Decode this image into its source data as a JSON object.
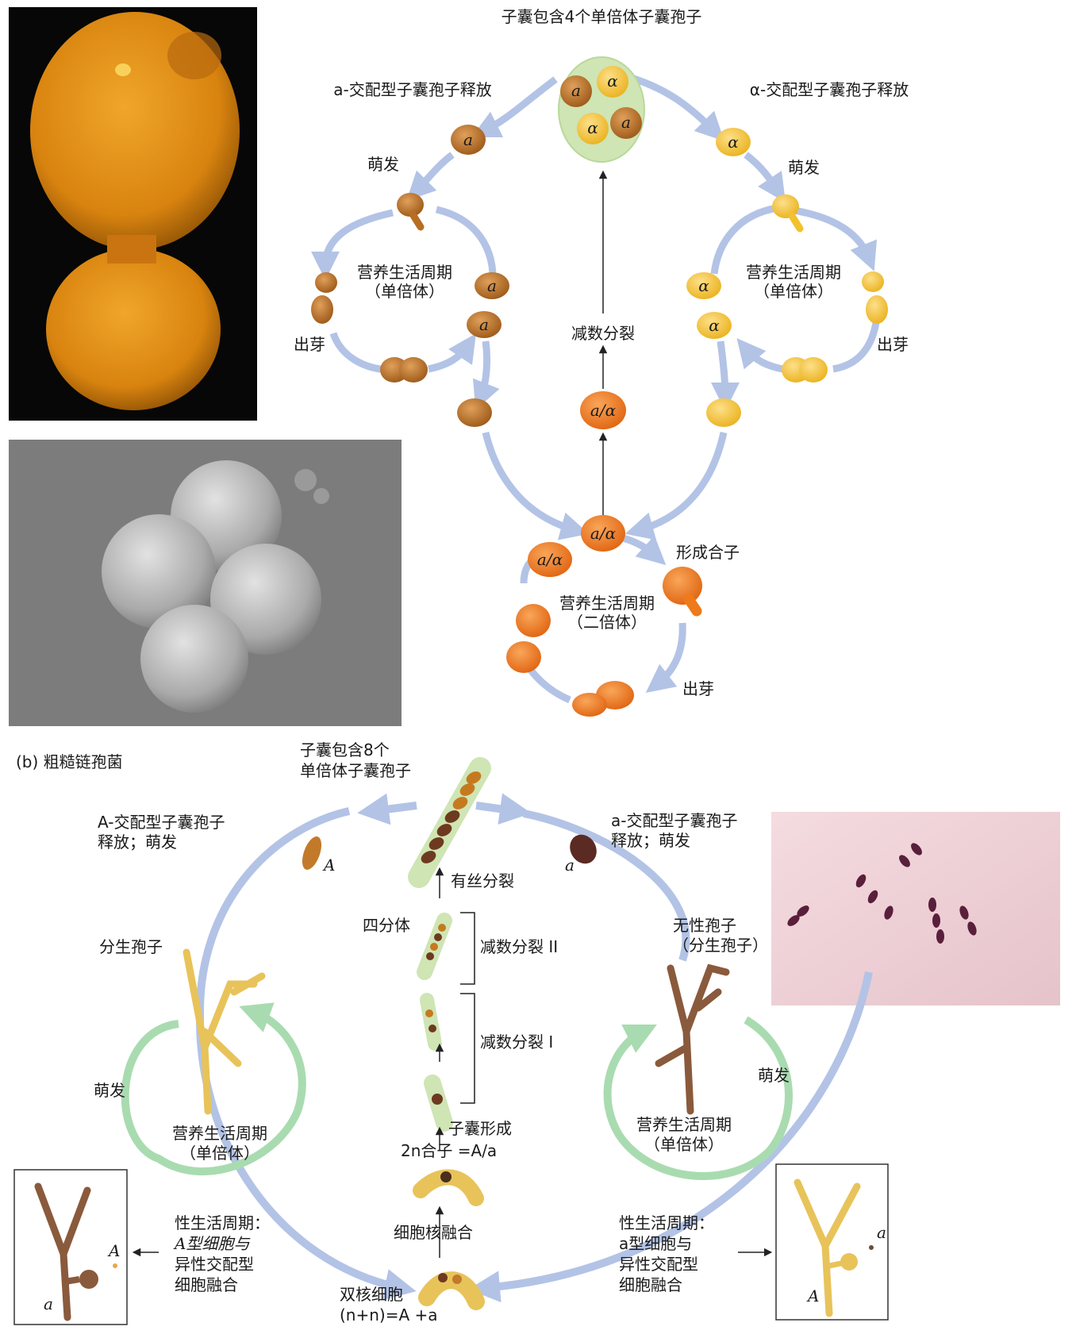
{
  "panel_b_title": "(b) 粗糙链孢菌",
  "yeast": {
    "ascus_title": "子囊包含4个单倍体子囊孢子",
    "a_release": "a-交配型子囊孢子释放",
    "alpha_release": "α-交配型子囊孢子释放",
    "germinate_left": "萌发",
    "germinate_right": "萌发",
    "cycle_haploid_left": [
      "营养生活周期",
      "（单倍体）"
    ],
    "cycle_haploid_right": [
      "营养生活周期",
      "（单倍体）"
    ],
    "budding_left": "出芽",
    "budding_right": "出芽",
    "meiosis": "减数分裂",
    "zygote_formation": "形成合子",
    "cycle_diploid": [
      "营养生活周期",
      "（二倍体）"
    ],
    "budding_diploid": "出芽",
    "cell_a": "a",
    "cell_alpha": "α",
    "cell_diploid": "a/α"
  },
  "neurospora": {
    "ascus8_title": [
      "子囊包含8个",
      "单倍体子囊孢子"
    ],
    "A_release": [
      "A-交配型子囊孢子",
      "释放；萌发"
    ],
    "a_release": [
      "a-交配型子囊孢子",
      "释放；萌发"
    ],
    "spore_A": "A",
    "spore_a": "a",
    "mitosis": "有丝分裂",
    "tetrad": "四分体",
    "meiosis2": "减数分裂 II",
    "meiosis1": "减数分裂 I",
    "ascus_formation": "子囊形成",
    "zygote_2n": "2n合子 =A/a",
    "nuclear_fusion": "细胞核融合",
    "dikaryon": [
      "双核细胞",
      "(n+n)=A +a"
    ],
    "conidia_left": "分生孢子",
    "conidia_right": [
      "无性孢子",
      "（分生孢子）"
    ],
    "germinate_left": "萌发",
    "germinate_right": "萌发",
    "cycle_left": [
      "营养生活周期",
      "（单倍体）"
    ],
    "cycle_right": [
      "营养生活周期",
      "（单倍体）"
    ],
    "sexual_left": [
      "性生活周期：",
      "A型细胞与",
      "异性交配型",
      "细胞融合"
    ],
    "sexual_right": [
      "性生活周期：",
      "a型细胞与",
      "异性交配型",
      "细胞融合"
    ],
    "inset_left_big": "a",
    "inset_left_small": "A",
    "inset_right_big": "A",
    "inset_right_small": "a"
  },
  "colors": {
    "blue_arrow": "#b3c3e6",
    "green_arrow": "#a9dbb0",
    "a_cell": "#c27a2a",
    "alpha_cell": "#f2c12e",
    "diploid_cell": "#ee7a1a",
    "brown_hypha": "#8a5a3c",
    "yellow_hypha": "#e8c35a"
  }
}
